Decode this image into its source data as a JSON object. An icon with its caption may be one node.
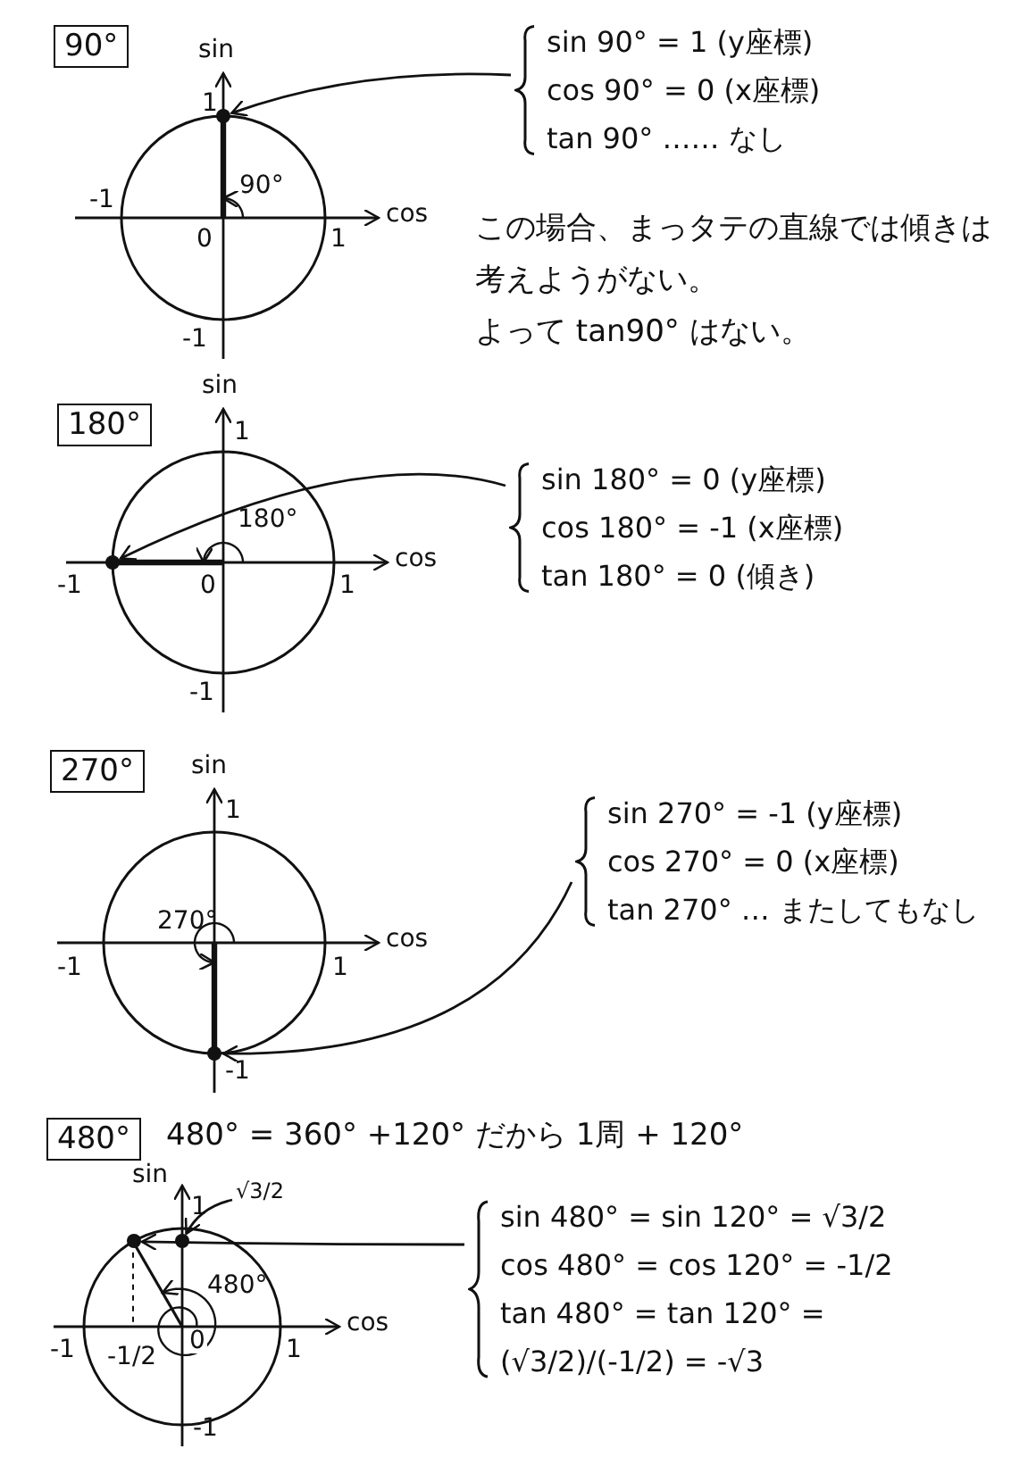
{
  "diagram": {
    "nodes": [
      {
        "text": [
          "90°"
        ]
      },
      {
        "text": [],
        "shape": "circle"
      },
      {
        "text": [
          "sin 90° = 1 (y座標)",
          "cos 90° = 0 (x座標)",
          "tan 90° …… なし"
        ]
      },
      {
        "text": [
          "180°"
        ]
      },
      {
        "text": [],
        "shape": "circle"
      },
      {
        "text": [
          "sin 180° = 0 (y座標)",
          "cos 180° = -1 (x座標)",
          "tan 180° = 0 (傾き)"
        ]
      },
      {
        "text": [
          "270°"
        ]
      },
      {
        "text": [],
        "shape": "circle"
      },
      {
        "text": [
          "sin 270° = -1 (y座標)",
          "cos 270° = 0 (x座標)",
          "tan 270° … またしてもなし"
        ]
      },
      {
        "text": [
          "480°"
        ]
      },
      {
        "text": [],
        "shape": "circle"
      },
      {
        "text": [
          "√3/2"
        ]
      },
      {
        "text": [],
        "shape": "circle"
      },
      {
        "text": [
          "sin 480° = sin 120° = √3/2",
          "cos 480° = cos 120° = -1/2",
          "tan 480° = tan 120° = (√3/2)/(-1/2) = -√3"
        ]
      }
    ],
    "edges": [
      {
        "from": 2,
        "to": 1,
        "arrow": "to"
      },
      {
        "from": 5,
        "to": 4,
        "arrow": "to"
      },
      {
        "from": 8,
        "to": 7,
        "arrow": "to"
      },
      {
        "from": 13,
        "to": 10,
        "arrow": "to"
      },
      {
        "from": 11,
        "to": 12,
        "arrow": "to"
      }
    ],
    "labels": [
      "sin",
      "1",
      "90°",
      "-1",
      "cos",
      "0",
      "1",
      "-1",
      "この場合、まっタテの直線では傾きは考えようがない。",
      "よって tan90° はない。",
      "sin",
      "1",
      "180°",
      "cos",
      "-1",
      "0",
      "1",
      "-1",
      "sin",
      "1",
      "270°",
      "cos",
      "-1",
      "1",
      "-1",
      "480° = 360° +120° だから 1周 + 120°",
      "sin",
      "1",
      "480°",
      "cos",
      "-1",
      "-1/2",
      "0",
      "1",
      "-1"
    ]
  }
}
